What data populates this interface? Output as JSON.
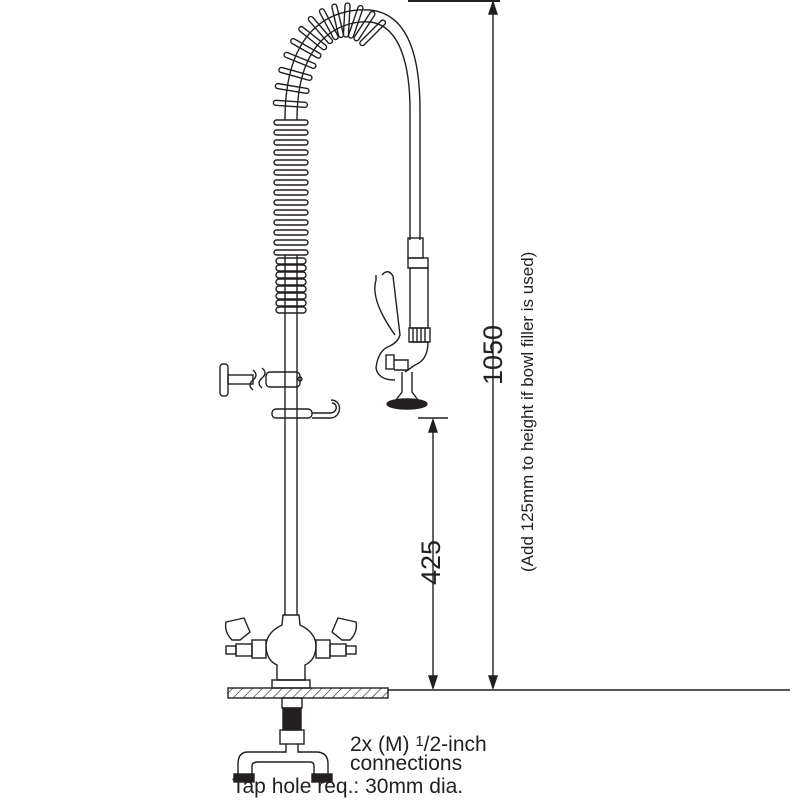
{
  "dimensions": {
    "total_height": "1050",
    "total_height_note": "(Add 125mm to height if bowl filler is used)",
    "spout_height": "425"
  },
  "notes": {
    "connections_prefix": "2x (M) ",
    "connections_fraction_num": "1",
    "connections_fraction_rest": "/2-inch",
    "connections_line2": "connections",
    "tap_hole": "Tap hole req.: 30mm dia."
  },
  "colors": {
    "line": "#231f20",
    "background": "#ffffff"
  }
}
